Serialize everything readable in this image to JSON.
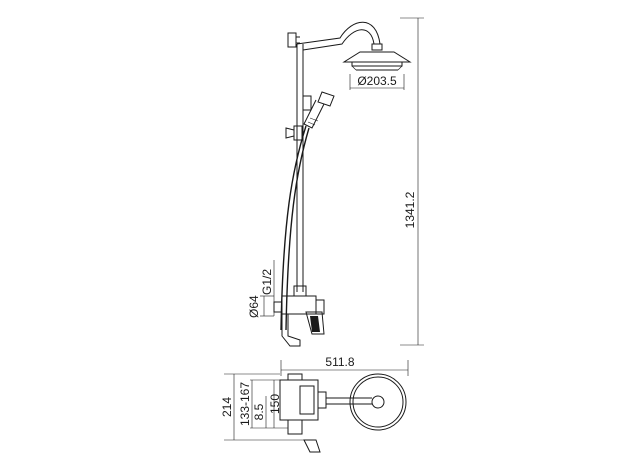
{
  "dimensions": {
    "head_diameter": "Ø203.5",
    "total_height": "1341.2",
    "inlet_thread": "G1/2",
    "inlet_diameter": "Ø64",
    "total_width": "511.8",
    "depth_total": "214",
    "depth_range": "133-167",
    "depth_offset": "8.5",
    "depth_inner": "150"
  }
}
